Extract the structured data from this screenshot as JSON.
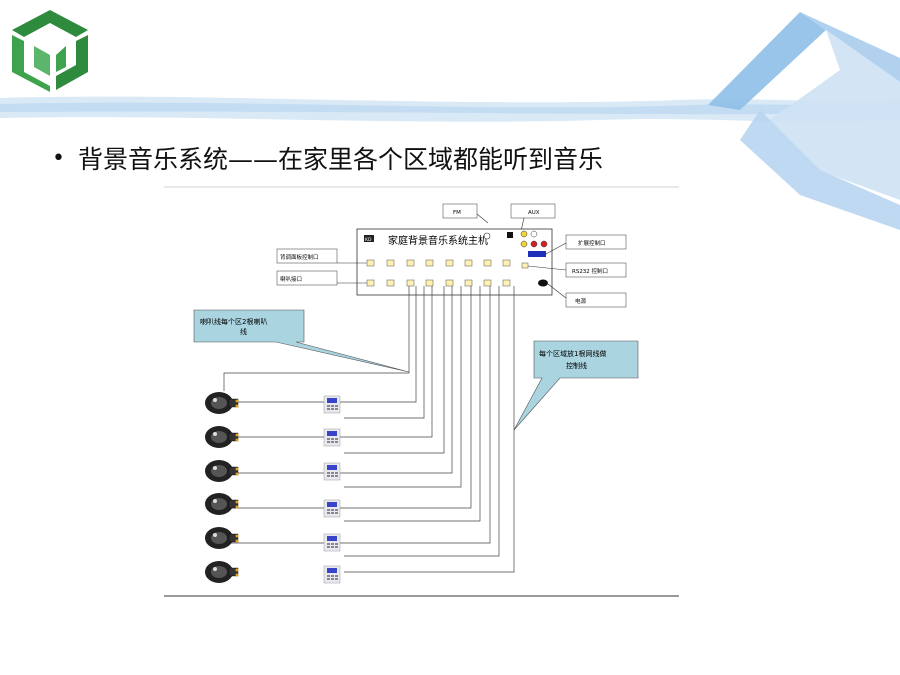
{
  "slide": {
    "bullet": "•",
    "title_text": "背景音乐系统——在家里各个区域都能听到音乐"
  },
  "diagram": {
    "host_unit": {
      "brand_tag": "KD",
      "title": "家庭背景音乐系统主机"
    },
    "labels": {
      "fm": "FM",
      "aux": "AUX",
      "expansion_port": "扩展控制口",
      "rs232_port": "RS232 控制口",
      "power": "电源",
      "panel_port": "背调面板控制口",
      "speaker_port": "喇叭接口",
      "speaker_callout_line1": "喇叭线每个区2根喇叭",
      "speaker_callout_line2": "线",
      "network_callout_line1": "每个区域放1根网线做",
      "network_callout_line2": "控制线"
    },
    "zone_count": 6
  },
  "colors": {
    "logo_green": "#2e8b3e",
    "sky_blue": "#9cc5e8",
    "callout_fill": "#a9d4e0",
    "tag_fill": "#fff2b0",
    "panel_screen": "#3a44c8"
  }
}
